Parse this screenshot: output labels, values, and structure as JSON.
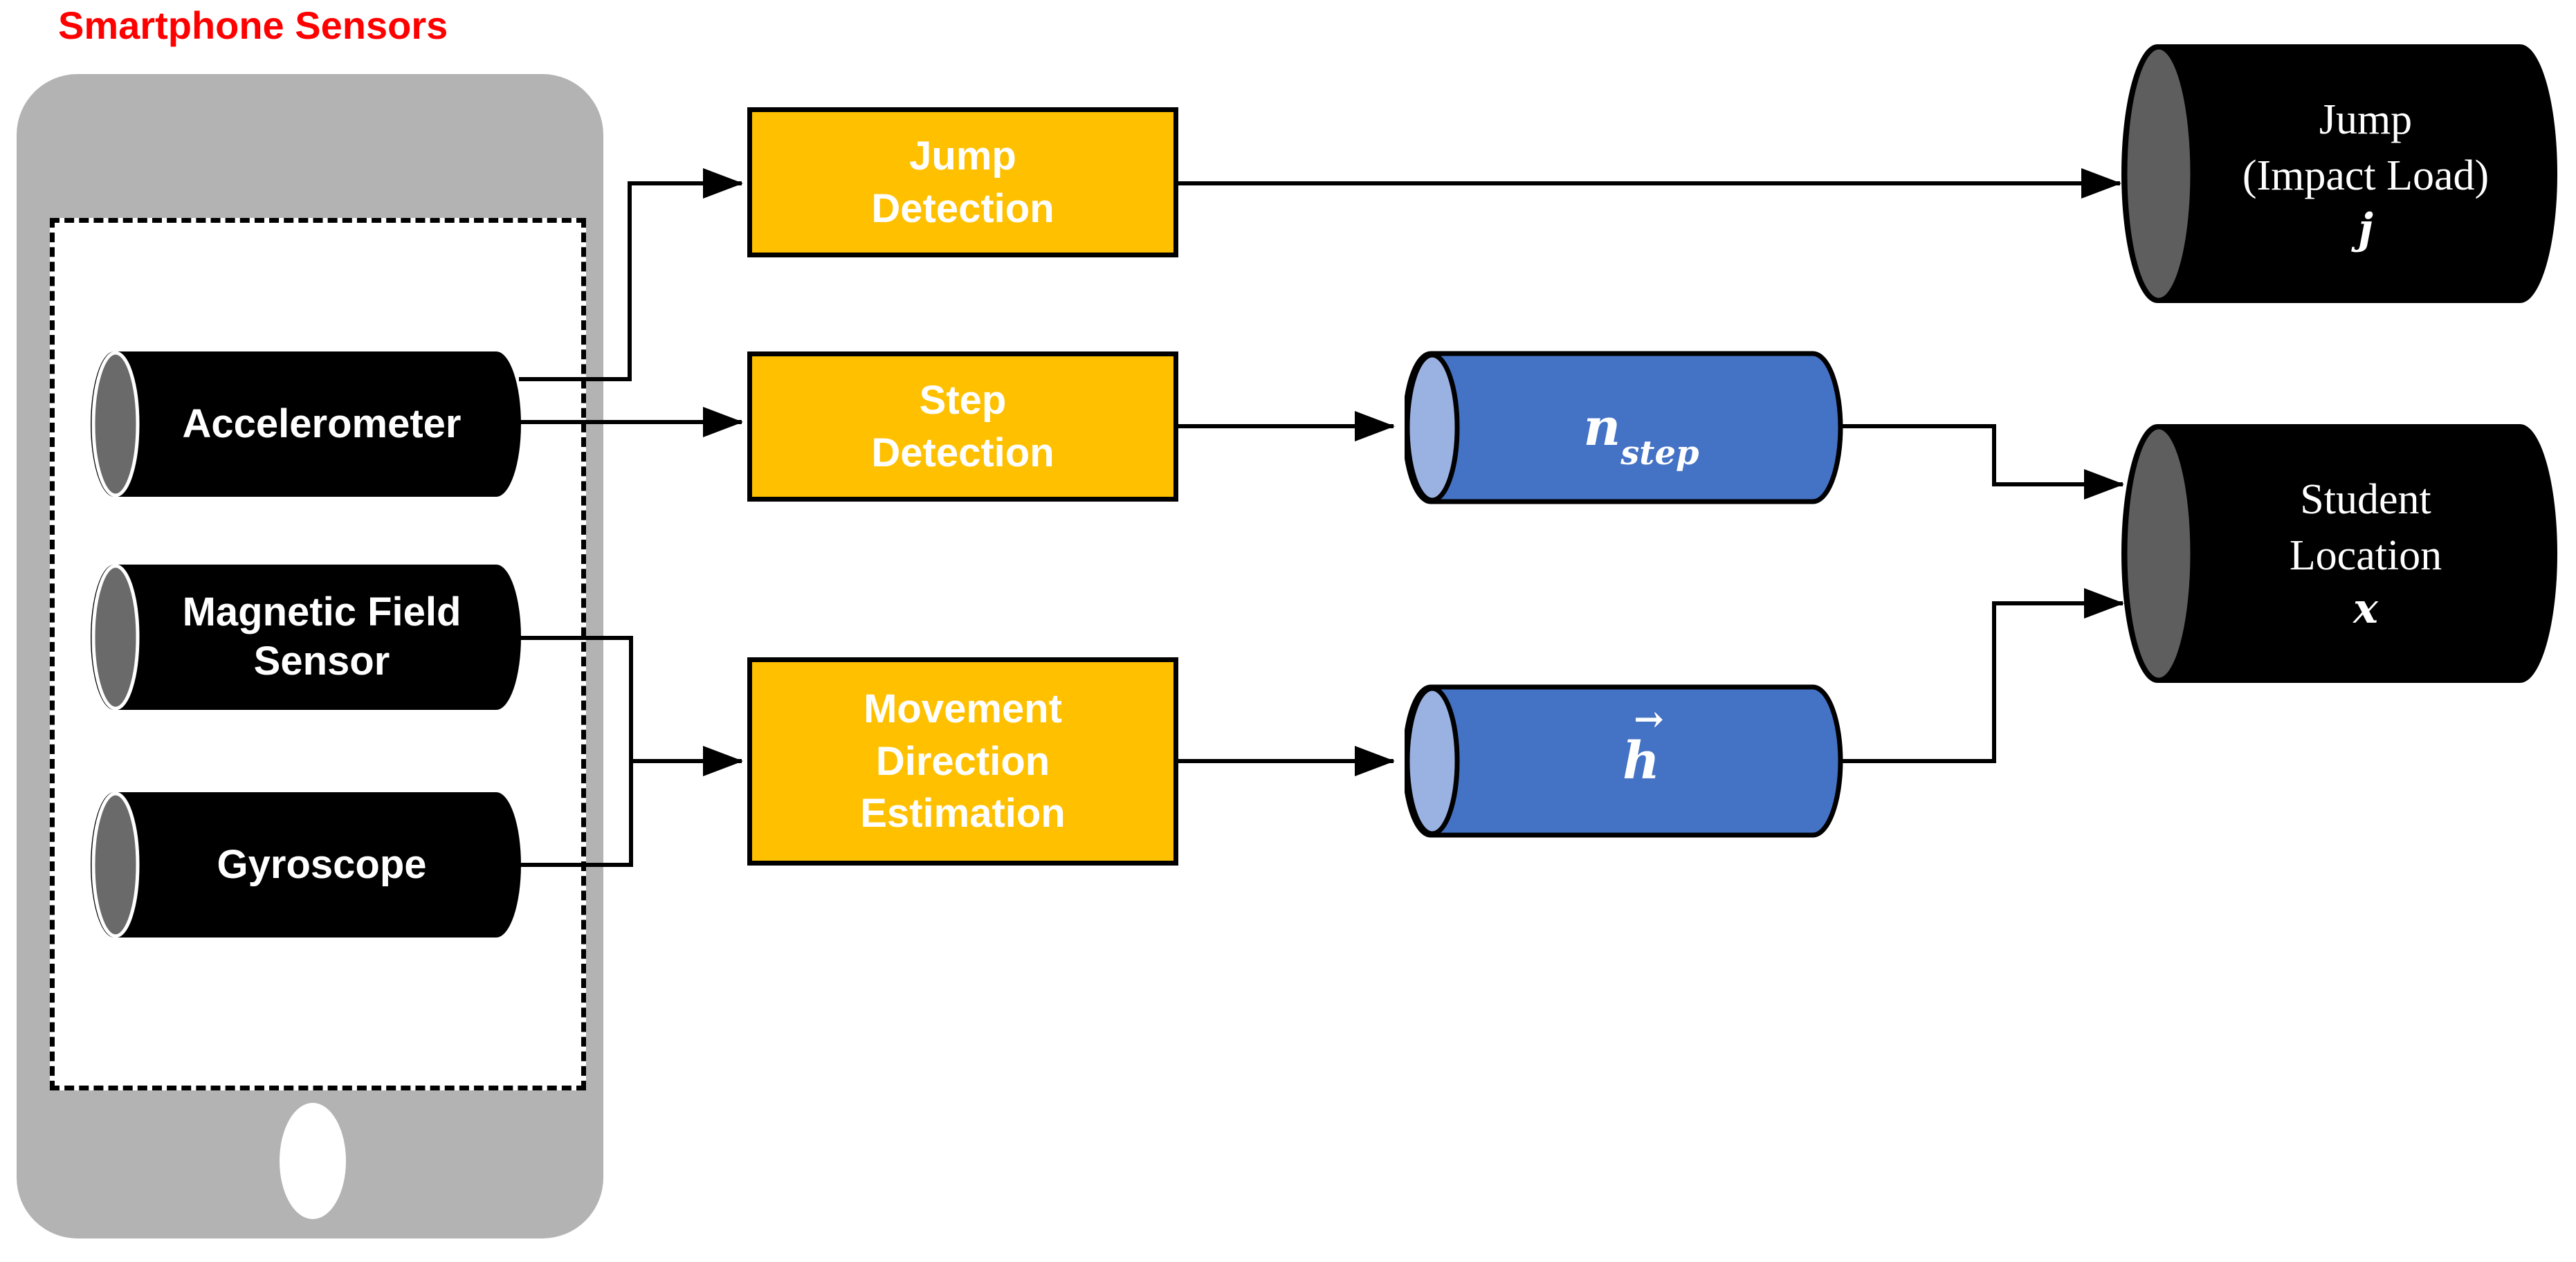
{
  "title": {
    "text": "Smartphone Sensors"
  },
  "colors": {
    "title_red": "#FF0000",
    "phone_gray": "#B3B3B3",
    "process_fill": "#FFC000",
    "process_border": "#000000",
    "sensor_fill": "#000000",
    "sensor_cap_fill": "#6A6A6A",
    "variable_fill": "#4472C4",
    "variable_cap_fill": "#9AB2E2",
    "output_fill": "#000000",
    "output_cap_fill": "#5E5E5E",
    "connector": "#000000",
    "text_on_dark": "#FFFFFF"
  },
  "sensors": [
    {
      "line1": "Accelerometer"
    },
    {
      "line1": "Magnetic Field",
      "line2": "Sensor"
    },
    {
      "line1": "Gyroscope"
    }
  ],
  "processes": [
    {
      "line1": "Jump",
      "line2": "Detection"
    },
    {
      "line1": "Step",
      "line2": "Detection"
    },
    {
      "line1": "Movement",
      "line2": "Direction",
      "line3": "Estimation"
    }
  ],
  "variables": [
    {
      "base": "n",
      "subscript": "step"
    },
    {
      "base": "h",
      "accent": "→"
    }
  ],
  "outputs": [
    {
      "line1": "Jump",
      "line2": "(Impact Load)",
      "symbol": "j"
    },
    {
      "line1": "Student",
      "line2": "Location",
      "symbol": "x"
    }
  ]
}
